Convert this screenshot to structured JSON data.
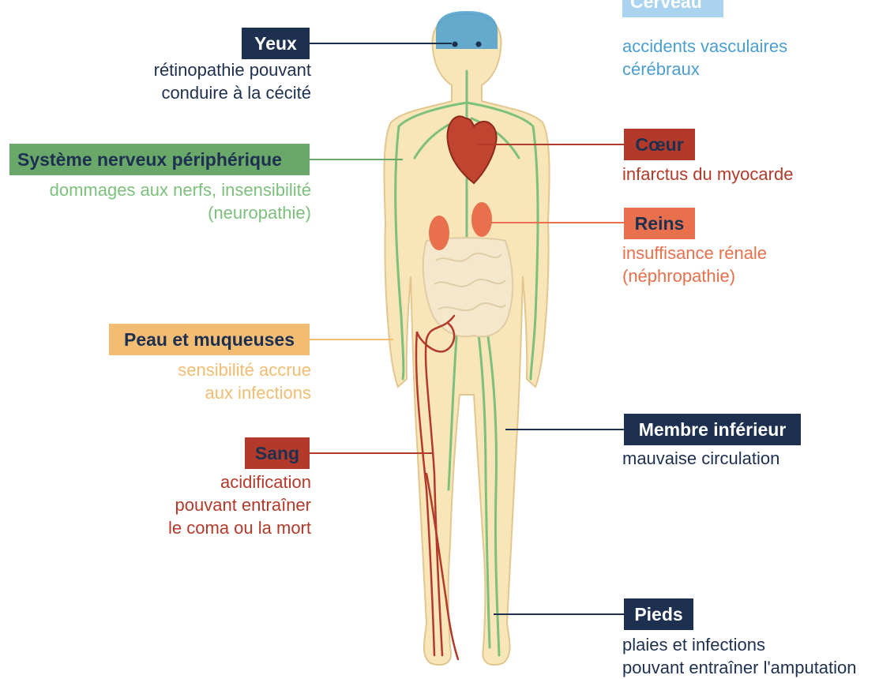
{
  "colors": {
    "navy": "#1d3050",
    "green": "#6aa86a",
    "green_nerve": "#7cc07c",
    "red": "#b33a2a",
    "orange": "#e8704d",
    "skin": "#f8e6b8",
    "skin_outline": "#e2c68f",
    "peach": "#f2bd72",
    "blue": "#4a9fd0"
  },
  "callouts": {
    "cerveau": {
      "title": "Cerveau",
      "text": "accidents vasculaires\ncérébraux"
    },
    "yeux": {
      "title": "Yeux",
      "text": "rétinopathie pouvant\nconduire à la cécité"
    },
    "nerveux": {
      "title": "Système nerveux périphérique",
      "text": "dommages aux nerfs, insensibilité\n(neuropathie)"
    },
    "coeur": {
      "title": "Cœur",
      "text": "infarctus du myocarde"
    },
    "reins": {
      "title": "Reins",
      "text": "insuffisance rénale\n(néphropathie)"
    },
    "peau": {
      "title": "Peau et muqueuses",
      "text": "sensibilité accrue\naux infections"
    },
    "membre": {
      "title": "Membre inférieur",
      "text": "mauvaise circulation"
    },
    "sang": {
      "title": "Sang",
      "text": "acidification\npouvant entraîner\nle coma ou la mort"
    },
    "pieds": {
      "title": "Pieds",
      "text": "plaies et infections\npouvant entraîner l'amputation"
    }
  }
}
